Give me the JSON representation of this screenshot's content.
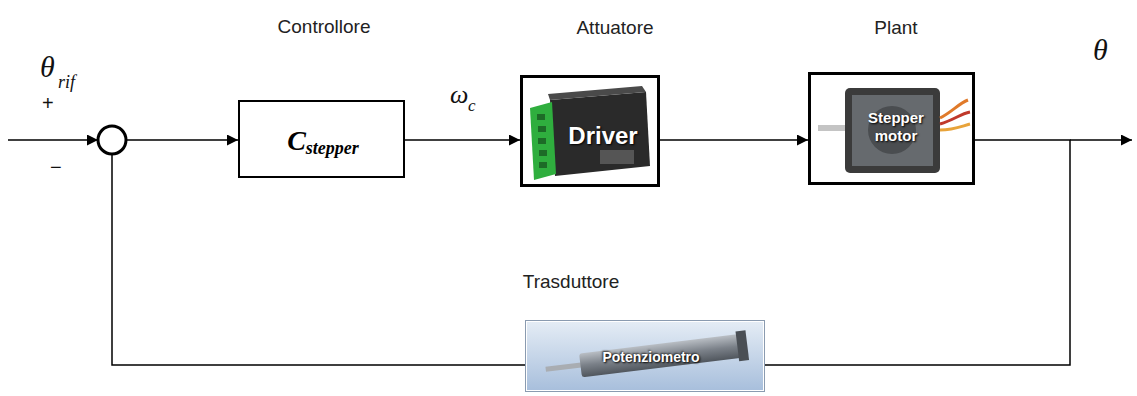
{
  "diagram": {
    "nodes": [
      {
        "text": [
          "Controllore",
          "C",
          "stepper"
        ]
      },
      {
        "text": [
          "Attuatore",
          "Driver"
        ]
      },
      {
        "text": [
          "Plant",
          "Stepper motor"
        ]
      },
      {
        "text": [
          "Trasduttore",
          "Potenziometro"
        ]
      }
    ],
    "edges": [
      {
        "from": 0,
        "to": 1,
        "arrow": "to"
      },
      {
        "from": 1,
        "to": 2,
        "arrow": "to"
      },
      {
        "from": 2,
        "to": 3,
        "arrow": "none"
      },
      {
        "from": 3,
        "to": 0,
        "arrow": "to"
      }
    ],
    "labels": [
      "θ",
      "rif",
      "+",
      "−",
      "ω",
      "c",
      "θ"
    ]
  }
}
